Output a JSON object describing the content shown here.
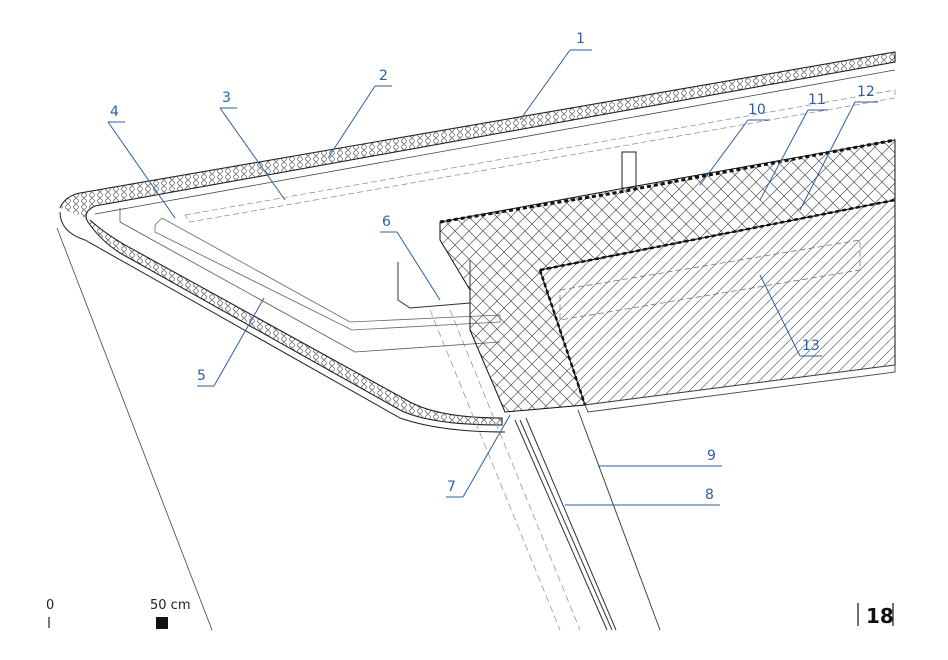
{
  "callouts": [
    "1",
    "2",
    "3",
    "4",
    "5",
    "6",
    "7",
    "8",
    "9",
    "10",
    "11",
    "12",
    "13"
  ],
  "scale": {
    "zero": "0",
    "length": "50 cm"
  },
  "page_number": "18",
  "colors": {
    "callout": "#2b5fa3",
    "line": "#333333"
  }
}
